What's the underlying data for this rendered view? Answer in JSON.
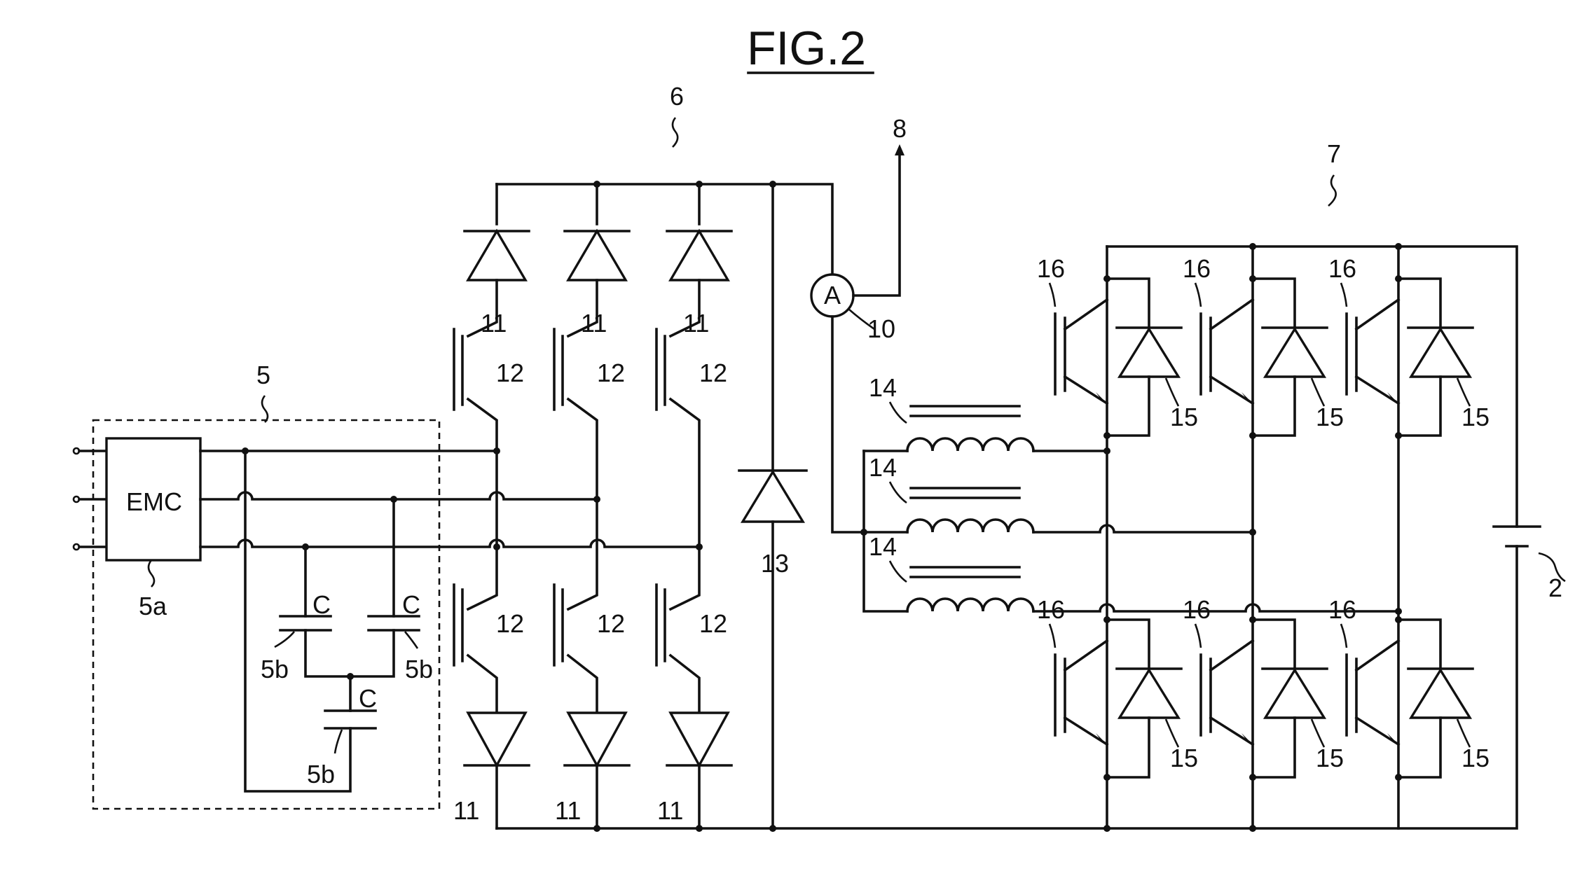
{
  "figure": {
    "title": "FIG.2"
  },
  "blocks": {
    "emc_label": "EMC",
    "ammeter_symbol": "A"
  },
  "refs": {
    "r2": "2",
    "r5": "5",
    "r5a": "5a",
    "r5b": "5b",
    "r6": "6",
    "r7": "7",
    "r8": "8",
    "r10": "10",
    "r11": "11",
    "r12": "12",
    "r13": "13",
    "r14": "14",
    "r15": "15",
    "r16": "16",
    "cap": "C"
  }
}
